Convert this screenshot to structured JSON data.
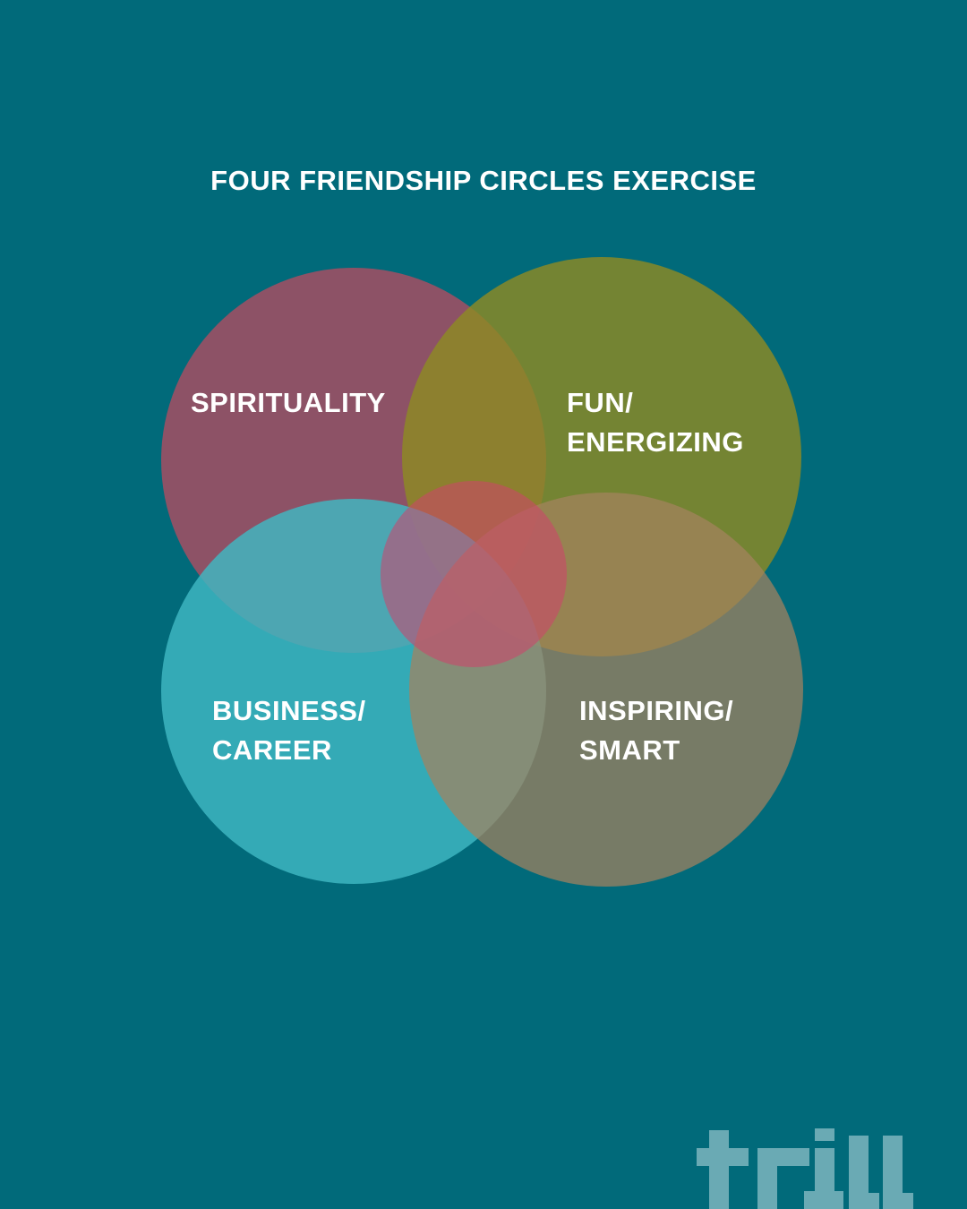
{
  "title": "FOUR FRIENDSHIP CIRCLES EXERCISE",
  "circles": [
    {
      "id": "spirituality",
      "lines": [
        "SPIRITUALITY"
      ],
      "color": "#a04f63"
    },
    {
      "id": "fun",
      "lines": [
        "FUN/",
        "ENERGIZING"
      ],
      "color": "#8d8a23"
    },
    {
      "id": "business",
      "lines": [
        "BUSINESS/",
        "CAREER"
      ],
      "color": "#3fb8c3"
    },
    {
      "id": "inspiring",
      "lines": [
        "INSPIRING/",
        "SMART"
      ],
      "color": "#a5825e"
    }
  ],
  "center_color": "#d0416b",
  "background": "#016a7a",
  "logo": {
    "text": "trill",
    "color": "#6aaab4"
  }
}
